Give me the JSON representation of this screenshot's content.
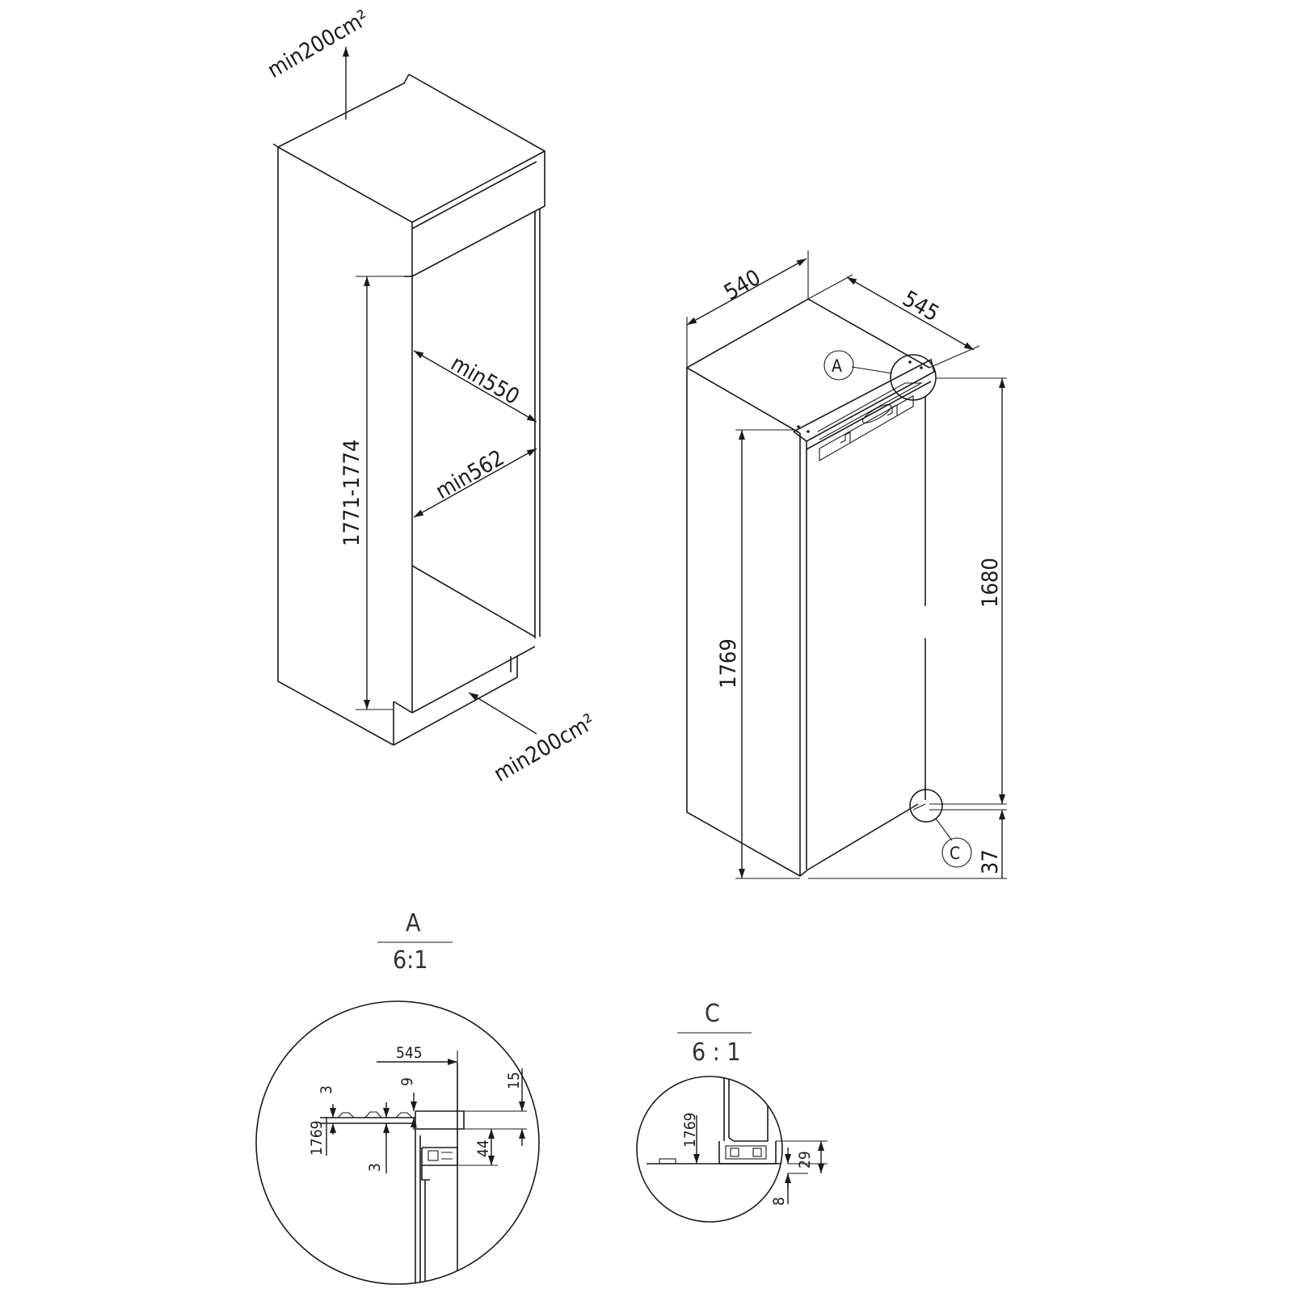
{
  "niche": {
    "vent_top": "min200cm²",
    "vent_bottom": "min200cm²",
    "height": "1771-1774",
    "depth": "min550",
    "width": "min562"
  },
  "appliance": {
    "width": "540",
    "depth": "545",
    "height": "1769",
    "door_height": "1680",
    "bottom_offset": "37",
    "callout_a": "A",
    "callout_c": "C"
  },
  "detail_a": {
    "title": "A",
    "scale": "6:1",
    "dim_545": "545",
    "dim_3_top": "3",
    "dim_9": "9",
    "dim_15": "15",
    "dim_1769": "1769",
    "dim_3_bottom": "3",
    "dim_44": "44"
  },
  "detail_c": {
    "title": "C",
    "scale": "6 : 1",
    "dim_1769": "1769",
    "dim_29": "29",
    "dim_8": "8"
  }
}
